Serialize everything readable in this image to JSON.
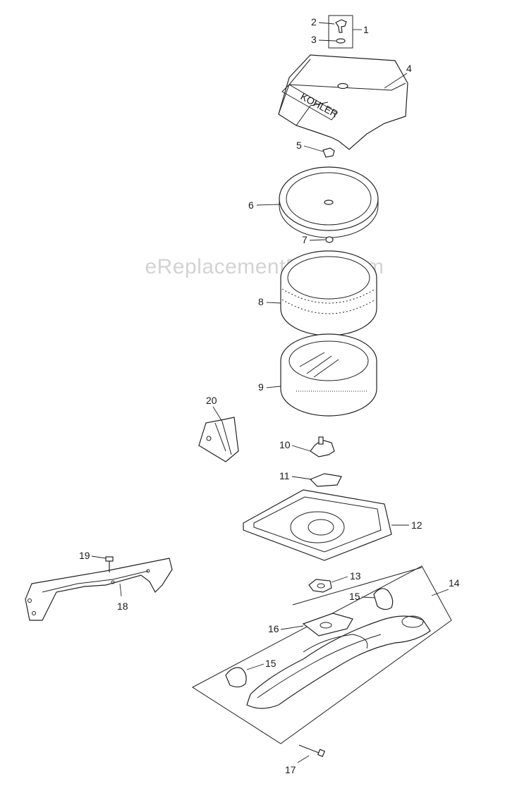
{
  "watermark": "eReplacementParts.com",
  "brand_on_cover": "KOHLER",
  "callouts": {
    "c1": "1",
    "c2": "2",
    "c3": "3",
    "c4": "4",
    "c5": "5",
    "c6": "6",
    "c7": "7",
    "c8": "8",
    "c9": "9",
    "c10": "10",
    "c11": "11",
    "c12": "12",
    "c13": "13",
    "c14": "14",
    "c15a": "15",
    "c15b": "15",
    "c16": "16",
    "c17": "17",
    "c18": "18",
    "c19": "19",
    "c20": "20"
  }
}
